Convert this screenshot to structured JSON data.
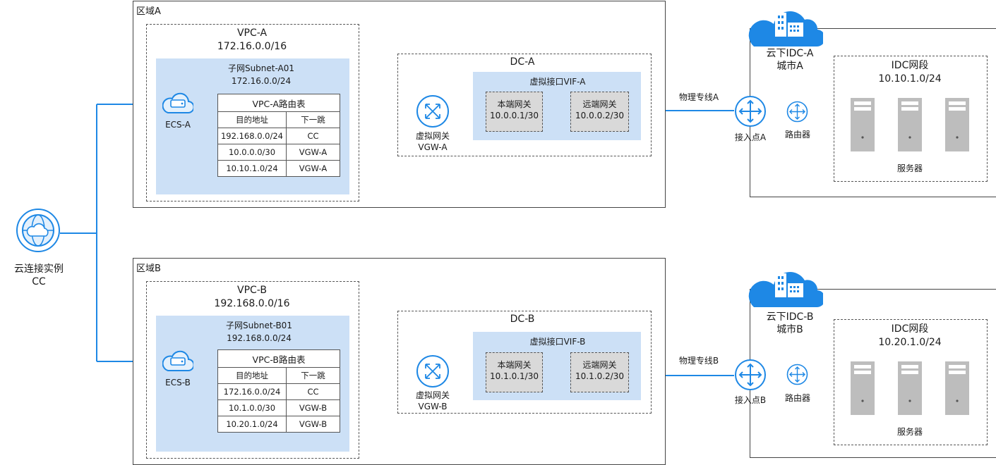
{
  "cc": {
    "name_line1": "云连接实例",
    "name_line2": "CC"
  },
  "regions": [
    {
      "title": "区域A",
      "vpc": {
        "name": "VPC-A",
        "cidr": "172.16.0.0/16"
      },
      "subnet": {
        "name": "子网Subnet-A01",
        "cidr": "172.16.0.0/24"
      },
      "ecs": "ECS-A",
      "route_table": {
        "title": "VPC-A路由表",
        "headers": [
          "目的地址",
          "下一跳"
        ],
        "rows": [
          [
            "192.168.0.0/24",
            "CC"
          ],
          [
            "10.0.0.0/30",
            "VGW-A"
          ],
          [
            "10.10.1.0/24",
            "VGW-A"
          ]
        ]
      },
      "dc": "DC-A",
      "vgw": {
        "line1": "虚拟网关",
        "line2": "VGW-A"
      },
      "vif": {
        "title": "虚拟接口VIF-A",
        "local": {
          "label": "本端网关",
          "ip": "10.0.0.1/30"
        },
        "remote": {
          "label": "远端网关",
          "ip": "10.0.0.2/30"
        }
      },
      "link": "物理专线A",
      "idc": {
        "line1": "云下IDC-A",
        "line2": "城市A",
        "segment_title": "IDC网段",
        "segment_cidr": "10.10.1.0/24",
        "access_point": "接入点A",
        "router": "路由器",
        "servers": "服务器"
      }
    },
    {
      "title": "区域B",
      "vpc": {
        "name": "VPC-B",
        "cidr": "192.168.0.0/16"
      },
      "subnet": {
        "name": "子网Subnet-B01",
        "cidr": "192.168.0.0/24"
      },
      "ecs": "ECS-B",
      "route_table": {
        "title": "VPC-B路由表",
        "headers": [
          "目的地址",
          "下一跳"
        ],
        "rows": [
          [
            "172.16.0.0/24",
            "CC"
          ],
          [
            "10.1.0.0/30",
            "VGW-B"
          ],
          [
            "10.20.1.0/24",
            "VGW-B"
          ]
        ]
      },
      "dc": "DC-B",
      "vgw": {
        "line1": "虚拟网关",
        "line2": "VGW-B"
      },
      "vif": {
        "title": "虚拟接口VIF-B",
        "local": {
          "label": "本端网关",
          "ip": "10.1.0.1/30"
        },
        "remote": {
          "label": "远端网关",
          "ip": "10.1.0.2/30"
        }
      },
      "link": "物理专线B",
      "idc": {
        "line1": "云下IDC-B",
        "line2": "城市B",
        "segment_title": "IDC网段",
        "segment_cidr": "10.20.1.0/24",
        "access_point": "接入点B",
        "router": "路由器",
        "servers": "服务器"
      }
    }
  ],
  "colors": {
    "accent": "#1e88e5",
    "light_blue": "#cce0f6",
    "gray_box": "#d9d9d9",
    "server": "#bdbdbd"
  }
}
